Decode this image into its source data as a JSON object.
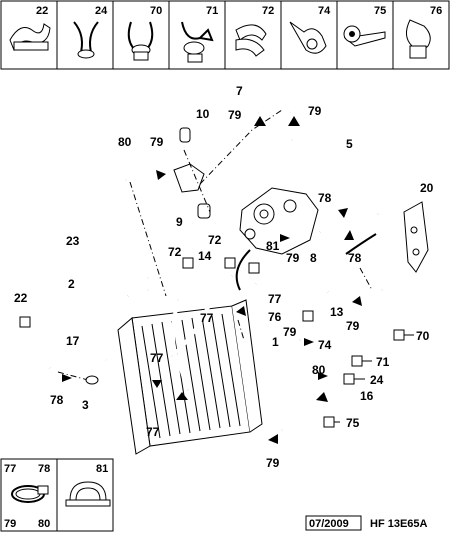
{
  "clip_table": {
    "cells": [
      "22",
      "24",
      "70",
      "71",
      "72",
      "74",
      "75",
      "76"
    ]
  },
  "labels": {
    "l7": "7",
    "l79a": "79",
    "l79b": "79",
    "l10": "10",
    "l5": "5",
    "l80a": "80",
    "l79c": "79",
    "l78a": "78",
    "l20": "20",
    "l9": "9",
    "l23": "23",
    "l72a": "72",
    "l72b": "72",
    "l81": "81",
    "l79d": "79",
    "l8": "8",
    "l78b": "78",
    "l14": "14",
    "l2": "2",
    "l22": "22",
    "l77a": "77",
    "l77b": "77",
    "l76": "76",
    "l79e": "79",
    "l13": "13",
    "l79f": "79",
    "l70": "70",
    "l74": "74",
    "l17": "17",
    "l1": "1",
    "l77c": "77",
    "l71": "71",
    "l80b": "80",
    "l24": "24",
    "l16": "16",
    "l78c": "78",
    "l3": "3",
    "l75": "75",
    "l77d": "77",
    "l79g": "79"
  },
  "legend": {
    "box1": {
      "tl": "77",
      "tr": "78",
      "bl": "79",
      "br": "80"
    },
    "box2": {
      "label": "81"
    }
  },
  "footer": {
    "date": "07/2009",
    "ref": "HF 13E65A"
  }
}
